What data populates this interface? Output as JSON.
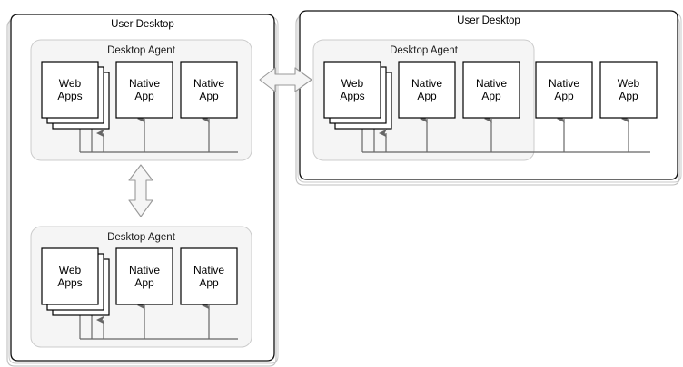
{
  "diagram": {
    "title_left": "User Desktop",
    "title_right": "User Desktop",
    "agent_label": "Desktop Agent",
    "labels": {
      "web_apps": "Web\nApps",
      "web_apps_line1": "Web",
      "web_apps_line2": "Apps",
      "native_app_line1": "Native",
      "native_app_line2": "App",
      "web_app_line1": "Web",
      "web_app_line2": "App"
    },
    "colors": {
      "container_fill": "#ffffff",
      "container_stroke": "#000000",
      "agent_fill": "#f5f5f5",
      "agent_stroke": "#cccccc",
      "app_fill": "#ffffff",
      "app_stroke": "#000000",
      "arrow_fill": "#f5f5f5",
      "arrow_stroke": "#999999",
      "connector_stroke": "#666666",
      "text": "#000000"
    },
    "containers": [
      {
        "name": "user-desktop-left",
        "title": "User Desktop",
        "agents": [
          {
            "name": "desktop-agent-top-left",
            "title": "Desktop Agent",
            "apps": [
              {
                "type": "web-apps-stack",
                "line1": "Web",
                "line2": "Apps",
                "stacked": 3
              },
              {
                "type": "native-app",
                "line1": "Native",
                "line2": "App",
                "stacked": 1
              },
              {
                "type": "native-app",
                "line1": "Native",
                "line2": "App",
                "stacked": 1
              }
            ]
          },
          {
            "name": "desktop-agent-bottom-left",
            "title": "Desktop Agent",
            "apps": [
              {
                "type": "web-apps-stack",
                "line1": "Web",
                "line2": "Apps",
                "stacked": 3
              },
              {
                "type": "native-app",
                "line1": "Native",
                "line2": "App",
                "stacked": 1
              },
              {
                "type": "native-app",
                "line1": "Native",
                "line2": "App",
                "stacked": 1
              }
            ]
          }
        ],
        "external_apps": []
      },
      {
        "name": "user-desktop-right",
        "title": "User Desktop",
        "agents": [
          {
            "name": "desktop-agent-right",
            "title": "Desktop Agent",
            "apps": [
              {
                "type": "web-apps-stack",
                "line1": "Web",
                "line2": "Apps",
                "stacked": 3
              },
              {
                "type": "native-app",
                "line1": "Native",
                "line2": "App",
                "stacked": 1
              },
              {
                "type": "native-app",
                "line1": "Native",
                "line2": "App",
                "stacked": 1
              }
            ]
          }
        ],
        "external_apps": [
          {
            "type": "native-app",
            "line1": "Native",
            "line2": "App"
          },
          {
            "type": "web-app",
            "line1": "Web",
            "line2": "App"
          }
        ]
      }
    ],
    "connectors": [
      {
        "name": "link-horizontal-desktops",
        "kind": "double-arrow",
        "orientation": "horizontal"
      },
      {
        "name": "link-vertical-agents",
        "kind": "double-arrow",
        "orientation": "vertical"
      }
    ]
  }
}
